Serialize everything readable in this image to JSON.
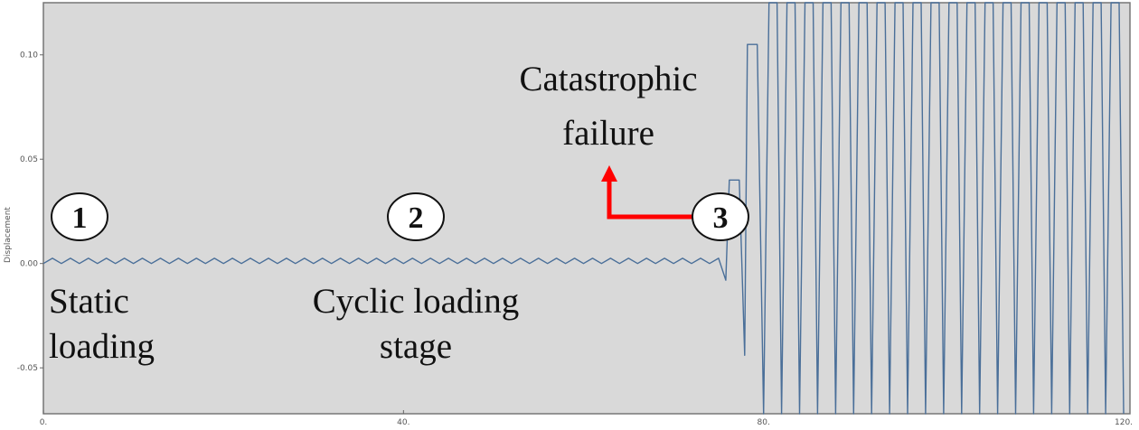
{
  "chart_data": {
    "type": "line",
    "title": "",
    "xlabel": "",
    "ylabel": "Displacement",
    "xlim": [
      0,
      120.7
    ],
    "ylim": [
      -0.072,
      0.125
    ],
    "xticks": [
      0,
      40,
      80,
      120
    ],
    "xtick_labels": [
      "0.",
      "40.",
      "80.",
      "120."
    ],
    "yticks": [
      0.1,
      0.05,
      0.0,
      -0.05
    ],
    "ytick_labels": [
      "0.10",
      "0.05",
      "0.00",
      "-0.05"
    ],
    "grid": false,
    "background": "#d9d9d9",
    "series_color": "#4a6f99",
    "series": [
      {
        "name": "Displacement",
        "points": [
          [
            0,
            0
          ],
          [
            1,
            0.0025
          ],
          [
            2,
            0
          ],
          [
            3,
            0.0025
          ],
          [
            4,
            0
          ],
          [
            5,
            0.0025
          ],
          [
            6,
            0
          ],
          [
            7,
            0.0025
          ],
          [
            8,
            0
          ],
          [
            9,
            0.0025
          ],
          [
            10,
            0
          ],
          [
            11,
            0.0025
          ],
          [
            12,
            0
          ],
          [
            13,
            0.0025
          ],
          [
            14,
            0
          ],
          [
            15,
            0.0025
          ],
          [
            16,
            0
          ],
          [
            17,
            0.0025
          ],
          [
            18,
            0
          ],
          [
            19,
            0.0025
          ],
          [
            20,
            0
          ],
          [
            21,
            0.0025
          ],
          [
            22,
            0
          ],
          [
            23,
            0.0025
          ],
          [
            24,
            0
          ],
          [
            25,
            0.0025
          ],
          [
            26,
            0
          ],
          [
            27,
            0.0025
          ],
          [
            28,
            0
          ],
          [
            29,
            0.0025
          ],
          [
            30,
            0
          ],
          [
            31,
            0.0025
          ],
          [
            32,
            0
          ],
          [
            33,
            0.0025
          ],
          [
            34,
            0
          ],
          [
            35,
            0.0025
          ],
          [
            36,
            0
          ],
          [
            37,
            0.0025
          ],
          [
            38,
            0
          ],
          [
            39,
            0.0025
          ],
          [
            40,
            0
          ],
          [
            41,
            0.0025
          ],
          [
            42,
            0
          ],
          [
            43,
            0.0025
          ],
          [
            44,
            0
          ],
          [
            45,
            0.0025
          ],
          [
            46,
            0
          ],
          [
            47,
            0.0025
          ],
          [
            48,
            0
          ],
          [
            49,
            0.0025
          ],
          [
            50,
            0
          ],
          [
            51,
            0.0025
          ],
          [
            52,
            0
          ],
          [
            53,
            0.0025
          ],
          [
            54,
            0
          ],
          [
            55,
            0.0025
          ],
          [
            56,
            0
          ],
          [
            57,
            0.0025
          ],
          [
            58,
            0
          ],
          [
            59,
            0.0025
          ],
          [
            60,
            0
          ],
          [
            61,
            0.0025
          ],
          [
            62,
            0
          ],
          [
            63,
            0.0025
          ],
          [
            64,
            0
          ],
          [
            65,
            0.0025
          ],
          [
            66,
            0
          ],
          [
            67,
            0.0025
          ],
          [
            68,
            0
          ],
          [
            69,
            0.0025
          ],
          [
            70,
            0
          ],
          [
            71,
            0.0025
          ],
          [
            72,
            0
          ],
          [
            73,
            0.0025
          ],
          [
            74,
            0
          ],
          [
            75,
            0.0025
          ],
          [
            75.8,
            -0.008
          ],
          [
            76.2,
            0.04
          ],
          [
            77.3,
            0.04
          ],
          [
            77.9,
            -0.044
          ],
          [
            78.2,
            0.105
          ],
          [
            79.3,
            0.105
          ],
          [
            80,
            -0.072
          ],
          [
            80.6,
            0.125
          ],
          [
            81.5,
            0.125
          ],
          [
            82,
            -0.072
          ],
          [
            82.6,
            0.125
          ],
          [
            83.5,
            0.125
          ],
          [
            84,
            -0.072
          ],
          [
            84.6,
            0.125
          ],
          [
            85.5,
            0.125
          ],
          [
            86,
            -0.072
          ],
          [
            86.6,
            0.125
          ],
          [
            87.5,
            0.125
          ],
          [
            88,
            -0.072
          ],
          [
            88.6,
            0.125
          ],
          [
            89.5,
            0.125
          ],
          [
            90,
            -0.072
          ],
          [
            90.6,
            0.125
          ],
          [
            91.5,
            0.125
          ],
          [
            92,
            -0.072
          ],
          [
            92.6,
            0.125
          ],
          [
            93.5,
            0.125
          ],
          [
            94,
            -0.072
          ],
          [
            94.6,
            0.125
          ],
          [
            95.5,
            0.125
          ],
          [
            96,
            -0.072
          ],
          [
            96.6,
            0.125
          ],
          [
            97.5,
            0.125
          ],
          [
            98,
            -0.072
          ],
          [
            98.6,
            0.125
          ],
          [
            99.5,
            0.125
          ],
          [
            100,
            -0.072
          ],
          [
            100.6,
            0.125
          ],
          [
            101.5,
            0.125
          ],
          [
            102,
            -0.072
          ],
          [
            102.6,
            0.125
          ],
          [
            103.5,
            0.125
          ],
          [
            104,
            -0.072
          ],
          [
            104.6,
            0.125
          ],
          [
            105.5,
            0.125
          ],
          [
            106,
            -0.072
          ],
          [
            106.6,
            0.125
          ],
          [
            107.5,
            0.125
          ],
          [
            108,
            -0.072
          ],
          [
            108.6,
            0.125
          ],
          [
            109.5,
            0.125
          ],
          [
            110,
            -0.072
          ],
          [
            110.6,
            0.125
          ],
          [
            111.5,
            0.125
          ],
          [
            112,
            -0.072
          ],
          [
            112.6,
            0.125
          ],
          [
            113.5,
            0.125
          ],
          [
            114,
            -0.072
          ],
          [
            114.6,
            0.125
          ],
          [
            115.5,
            0.125
          ],
          [
            116,
            -0.072
          ],
          [
            116.6,
            0.125
          ],
          [
            117.5,
            0.125
          ],
          [
            118,
            -0.072
          ],
          [
            118.6,
            0.125
          ],
          [
            119.5,
            0.125
          ],
          [
            120,
            -0.072
          ]
        ]
      }
    ],
    "annotations": {
      "markers": [
        "1",
        "2",
        "3"
      ],
      "static": [
        "Static",
        "loading"
      ],
      "cyclic": [
        "Cyclic loading",
        "stage"
      ],
      "failure": [
        "Catastrophic",
        "failure"
      ],
      "arrow_color": "#ff0000"
    }
  }
}
